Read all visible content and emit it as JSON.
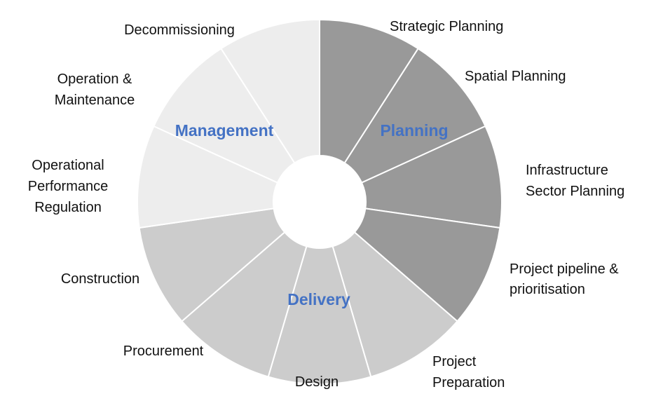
{
  "diagram": {
    "phases": [
      {
        "id": "planning",
        "label": "Planning",
        "label_color": "#4472c4",
        "fill": "#999999"
      },
      {
        "id": "delivery",
        "label": "Delivery",
        "label_color": "#4472c4",
        "fill": "#cccccc"
      },
      {
        "id": "management",
        "label": "Management",
        "label_color": "#4472c4",
        "fill": "#ededed"
      }
    ],
    "stages": [
      {
        "id": "strategic-planning",
        "phase": "planning",
        "lines": [
          "Strategic Planning"
        ]
      },
      {
        "id": "spatial-planning",
        "phase": "planning",
        "lines": [
          "Spatial Planning"
        ]
      },
      {
        "id": "infrastructure-sector-planning",
        "phase": "planning",
        "lines": [
          "Infrastructure",
          "Sector Planning"
        ]
      },
      {
        "id": "project-pipeline",
        "phase": "planning",
        "lines": [
          "Project pipeline &",
          "prioritisation"
        ]
      },
      {
        "id": "project-preparation",
        "phase": "delivery",
        "lines": [
          "Project",
          "Preparation"
        ]
      },
      {
        "id": "design",
        "phase": "delivery",
        "lines": [
          "Design"
        ]
      },
      {
        "id": "procurement",
        "phase": "delivery",
        "lines": [
          "Procurement"
        ]
      },
      {
        "id": "construction",
        "phase": "delivery",
        "lines": [
          "Construction"
        ]
      },
      {
        "id": "operational-performance-regulation",
        "phase": "management",
        "lines": [
          "Operational",
          "Performance",
          "Regulation"
        ]
      },
      {
        "id": "operation-maintenance",
        "phase": "management",
        "lines": [
          "Operation &",
          "Maintenance"
        ]
      },
      {
        "id": "decommissioning",
        "phase": "management",
        "lines": [
          "Decommissioning"
        ]
      }
    ]
  }
}
